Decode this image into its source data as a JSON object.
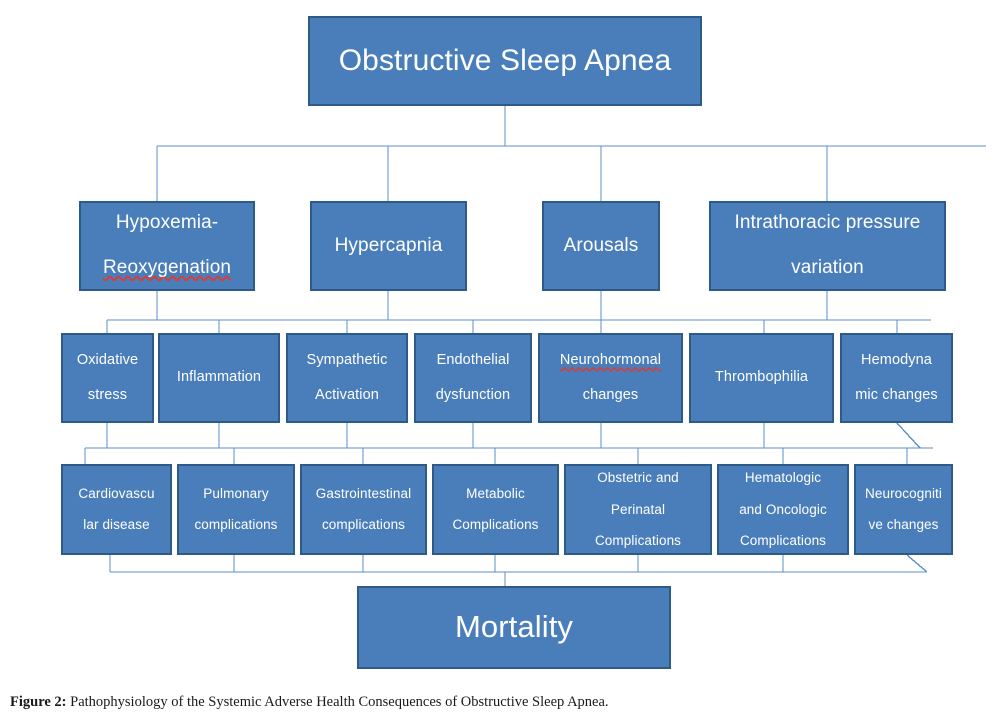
{
  "figure": {
    "caption_label": "Figure 2:",
    "caption_text": " Pathophysiology of the Systemic Adverse Health Consequences of Obstructive Sleep Apnea."
  },
  "colors": {
    "node_fill": "#4a7ebb",
    "node_border": "#2e5a87",
    "node_text": "#ffffff",
    "connector": "#5b8fc9",
    "spellcheck_underline": "#e03a2f",
    "background": "#ffffff"
  },
  "diagram": {
    "type": "hierarchy-flowchart",
    "root": {
      "label": "Obstructive Sleep Apnea"
    },
    "level1": [
      {
        "label_line1": "Hypoxemia-",
        "label_line2": "Reoxygenation",
        "misspelled_line2": true
      },
      {
        "label_line1": "Hypercapnia",
        "label_line2": ""
      },
      {
        "label_line1": "Arousals",
        "label_line2": ""
      },
      {
        "label_line1": "Intrathoracic pressure",
        "label_line2": "variation"
      }
    ],
    "level2": [
      {
        "label_line1": "Oxidative",
        "label_line2": "stress",
        "misspelled_line1": false
      },
      {
        "label_line1": "Inflammation",
        "label_line2": ""
      },
      {
        "label_line1": "Sympathetic",
        "label_line2": "Activation"
      },
      {
        "label_line1": "Endothelial",
        "label_line2": "dysfunction"
      },
      {
        "label_line1": "Neurohormonal",
        "label_line2": "changes",
        "misspelled_line1": true
      },
      {
        "label_line1": "Thrombophilia",
        "label_line2": ""
      },
      {
        "label_line1": "Hemodyna",
        "label_line2": "mic changes"
      }
    ],
    "level3": [
      {
        "label_line1": "Cardiovascu",
        "label_line2": "lar disease",
        "label_line3": ""
      },
      {
        "label_line1": "Pulmonary",
        "label_line2": "complications",
        "label_line3": ""
      },
      {
        "label_line1": "Gastrointestinal",
        "label_line2": "complications",
        "label_line3": ""
      },
      {
        "label_line1": "Metabolic",
        "label_line2": "Complications",
        "label_line3": ""
      },
      {
        "label_line1": "Obstetric and",
        "label_line2": "Perinatal",
        "label_line3": "Complications"
      },
      {
        "label_line1": "Hematologic",
        "label_line2": "and Oncologic",
        "label_line3": "Complications"
      },
      {
        "label_line1": "Neurocogniti",
        "label_line2": "ve changes",
        "label_line3": ""
      }
    ],
    "terminal": {
      "label": "Mortality"
    }
  }
}
